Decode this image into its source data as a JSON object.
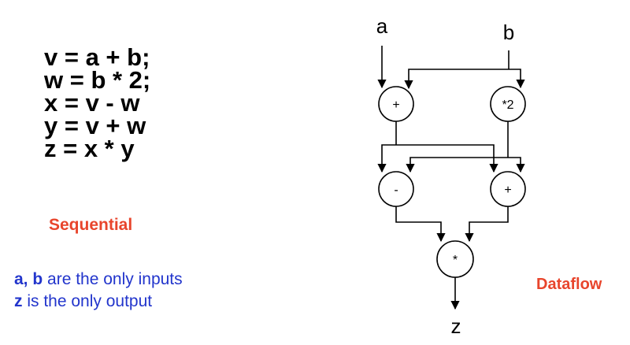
{
  "code_lines": [
    "v = a + b;",
    "w = b * 2;",
    "x = v - w",
    "y = v + w",
    "z = x * y"
  ],
  "labels": {
    "sequential": "Sequential",
    "dataflow": "Dataflow"
  },
  "notes": {
    "line1_vars": "a, b",
    "line1_rest": " are the only inputs",
    "line2_var": "z",
    "line2_rest": " is the only output"
  },
  "diagram": {
    "inputs": [
      "a",
      "b"
    ],
    "output": "z",
    "nodes": {
      "add_ab": "+",
      "mul2": "*2",
      "sub": "-",
      "add_vw": "+",
      "mul_xy": "*"
    }
  },
  "colors": {
    "accent": "#e8452c",
    "notes": "#2235cc"
  }
}
